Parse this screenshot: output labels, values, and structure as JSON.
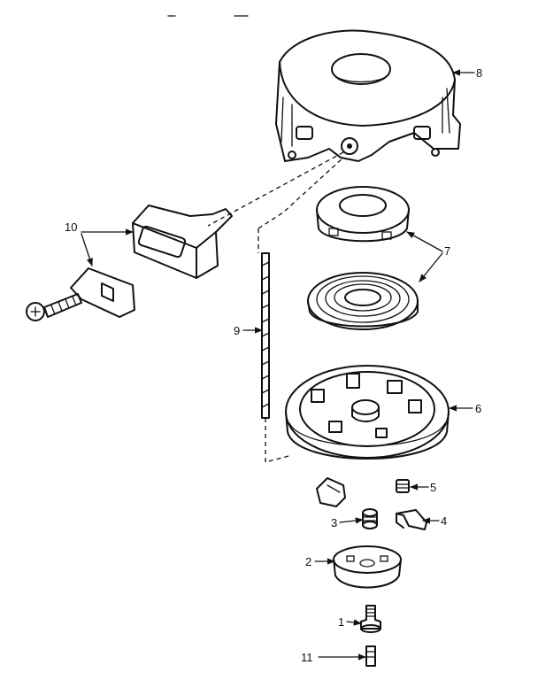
{
  "diagram": {
    "type": "exploded-parts-diagram",
    "callouts": [
      {
        "id": "part-8",
        "number": "8"
      },
      {
        "id": "part-7",
        "number": "7"
      },
      {
        "id": "part-10",
        "number": "10"
      },
      {
        "id": "part-9",
        "number": "9"
      },
      {
        "id": "part-6",
        "number": "6"
      },
      {
        "id": "part-5",
        "number": "5"
      },
      {
        "id": "part-4",
        "number": "4"
      },
      {
        "id": "part-3",
        "number": "3"
      },
      {
        "id": "part-2",
        "number": "2"
      },
      {
        "id": "part-1",
        "number": "1"
      },
      {
        "id": "part-11",
        "number": "11"
      }
    ]
  }
}
